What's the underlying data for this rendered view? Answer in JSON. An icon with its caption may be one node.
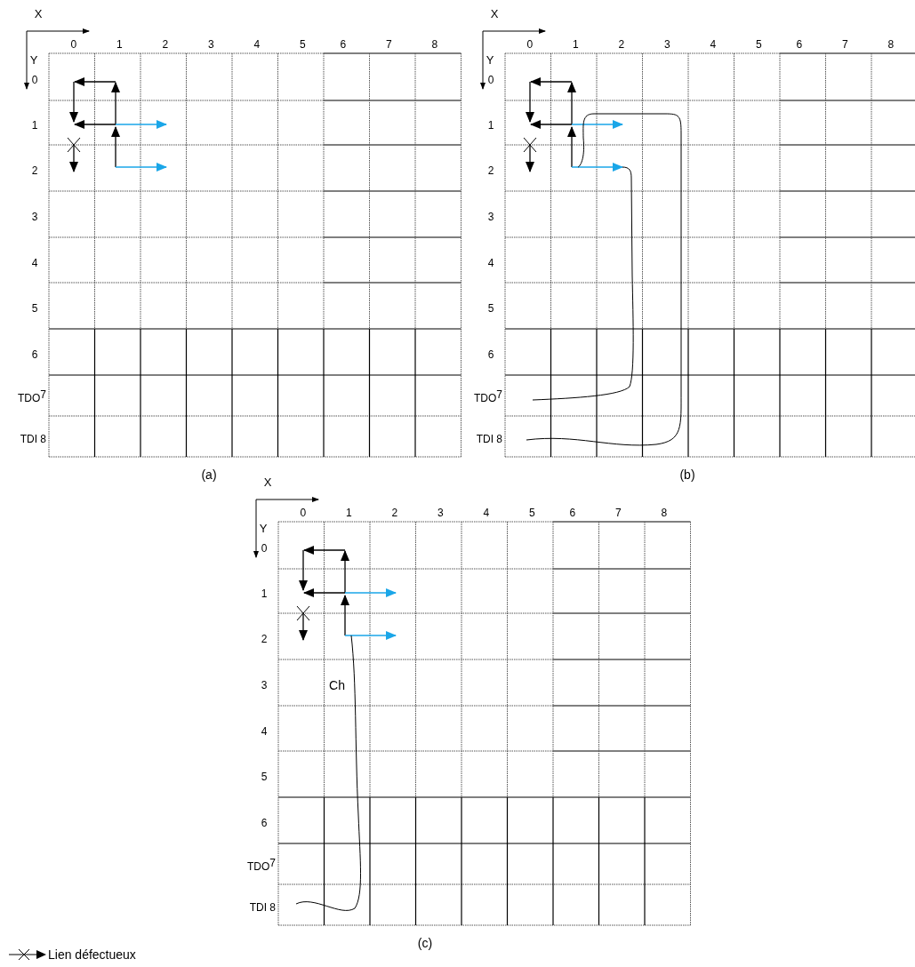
{
  "diagram": {
    "labels": [
      "X",
      "Y",
      "0",
      "1",
      "2",
      "3",
      "4",
      "5",
      "6",
      "7",
      "8",
      "0",
      "1",
      "2",
      "3",
      "4",
      "5",
      "6",
      "TDO$^{7}$",
      "TDI 8",
      "(a)",
      "X",
      "Y",
      "0",
      "1",
      "2",
      "3",
      "4",
      "5",
      "6",
      "7",
      "8",
      "0",
      "1",
      "2",
      "3",
      "4",
      "5",
      "6",
      "TDO$^{7}$",
      "TDI 8",
      "(b)",
      "X",
      "Y",
      "0",
      "1",
      "2",
      "3",
      "4",
      "5",
      "6",
      "7",
      "8",
      "0",
      "1",
      "2",
      "3",
      "4",
      "5",
      "6",
      "TDO$^{7}$",
      "TDI 8",
      "Ch",
      "(c)"
    ],
    "legend": [
      {
        "text": "Lien défectueux"
      }
    ]
  }
}
